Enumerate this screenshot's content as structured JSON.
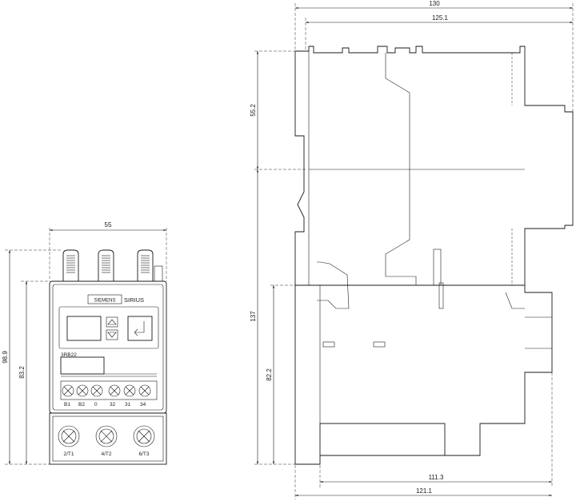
{
  "front_view": {
    "width_dim": "55",
    "height_total_dim": "98.9",
    "height_body_dim": "83.2",
    "brand": "SIEMENS",
    "product": "SIRIUS",
    "model_label": "3RB22",
    "terminal_labels": [
      "B1",
      "B2",
      "0",
      "32",
      "31",
      "34"
    ],
    "bottom_terminal_labels": [
      "2/T1",
      "4/T2",
      "6/T3"
    ]
  },
  "side_view": {
    "width_total_dim": "130",
    "width_upper_dim": "125.1",
    "height_upper_dim": "55.2",
    "height_total_dim": "137",
    "height_lower_dim": "82.2",
    "bottom_width_1_dim": "111.3",
    "bottom_width_2_dim": "121.1"
  }
}
